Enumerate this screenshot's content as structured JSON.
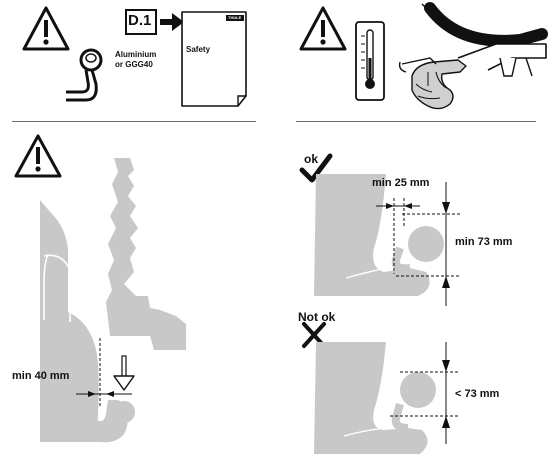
{
  "doc_code": "D.1",
  "materials": {
    "line1": "Aluminium",
    "line2": "or GGG40"
  },
  "manual": {
    "brand": "THULE",
    "heading": "Safety"
  },
  "clearance": {
    "ok_label": "ok",
    "not_ok_label": "Not ok",
    "min_side": "min 25 mm",
    "min_height": "min 73 mm",
    "too_low": "< 73 mm"
  },
  "bike_clearance": "min 40 mm",
  "icons": {
    "warning": "warning-triangle-icon",
    "thermometer": "thermometer-icon",
    "check": "check-icon",
    "cross": "cross-icon"
  },
  "colors": {
    "line": "#111111",
    "fill_gray": "#c8c8c8",
    "divider": "#6e6e6e"
  }
}
